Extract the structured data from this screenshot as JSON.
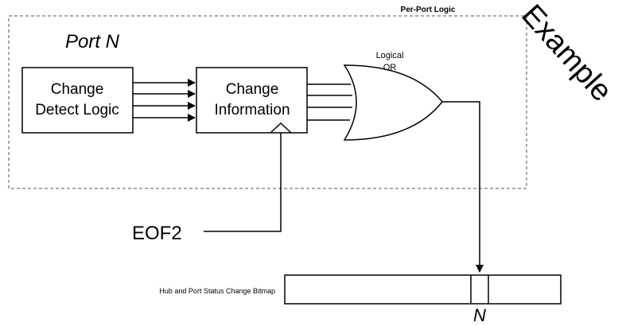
{
  "diagram": {
    "region_title": "Per-Port Logic",
    "port_label": "Port N",
    "watermark": "Example",
    "change_detect_logic": {
      "line1": "Change",
      "line2": "Detect Logic"
    },
    "change_information": {
      "line1": "Change",
      "line2": "Information"
    },
    "or_gate": {
      "line1": "Logical",
      "line2": "OR"
    },
    "clock_signal": "EOF2",
    "bitmap_label": "Hub and Port Status Change Bitmap",
    "bit_label": "N"
  }
}
